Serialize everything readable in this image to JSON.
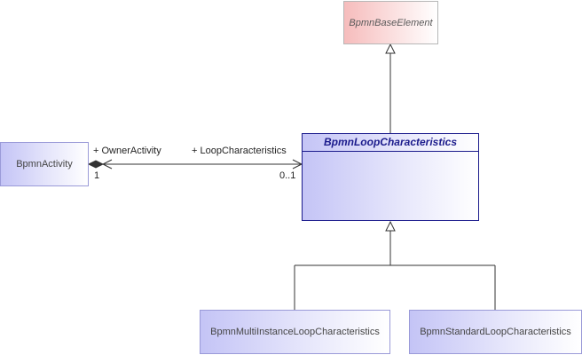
{
  "classes": {
    "base_element": "BpmnBaseElement",
    "loop_characteristics": "BpmnLoopCharacteristics",
    "activity": "BpmnActivity",
    "multi_instance": "BpmnMultiInstanceLoopCharacteristics",
    "standard_loop": "BpmnStandardLoopCharacteristics"
  },
  "association": {
    "source_role": "+ OwnerActivity",
    "source_multiplicity": "1",
    "target_role": "+ LoopCharacteristics",
    "target_multiplicity": "0..1"
  },
  "colors": {
    "abstract_border": "#1b1b8c",
    "base_fill": "#f6bcbc",
    "class_fill": "#c4c4f6",
    "line": "#333333"
  }
}
